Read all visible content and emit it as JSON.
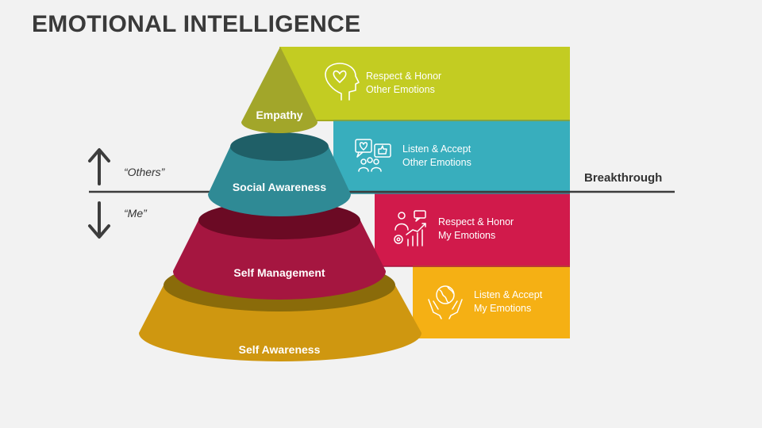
{
  "title": "EMOTIONAL INTELLIGENCE",
  "tiers": [
    {
      "label": "Empathy",
      "color": "#a2a62a",
      "band_color": "#c3cc22",
      "band_line1": "Respect & Honor",
      "band_line2": "Other Emotions",
      "icon": "head-heart-icon"
    },
    {
      "label": "Social Awareness",
      "color": "#2f8a95",
      "band_color": "#38aebd",
      "band_line1": "Listen & Accept",
      "band_line2": "Other Emotions",
      "icon": "social-feedback-icon"
    },
    {
      "label": "Self Management",
      "color": "#a51640",
      "band_color": "#d11a4b",
      "band_line1": "Respect & Honor",
      "band_line2": "My Emotions",
      "icon": "person-growth-icon"
    },
    {
      "label": "Self Awareness",
      "color": "#cf9710",
      "band_color": "#f5b014",
      "band_line1": "Listen & Accept",
      "band_line2": "My Emotions",
      "icon": "hands-globe-icon"
    }
  ],
  "side": {
    "others_label": "“Others”",
    "me_label": "“Me”"
  },
  "breakthrough_label": "Breakthrough"
}
